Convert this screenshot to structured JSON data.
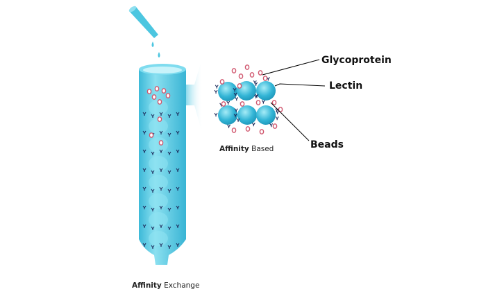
{
  "labels": {
    "glycoprotein": "Glycoprotein",
    "lectin": "Lectin",
    "beads": "Beads"
  },
  "captions": {
    "column_bold": "Affinity",
    "column_rest": " Exchange",
    "zoom_bold": "Affinity",
    "zoom_rest": " Based"
  },
  "colors": {
    "column": "#4cc6e0",
    "bead": "#2fb1d3",
    "glycoprotein": "#d0566e",
    "lectin": "#1e2a5a"
  }
}
